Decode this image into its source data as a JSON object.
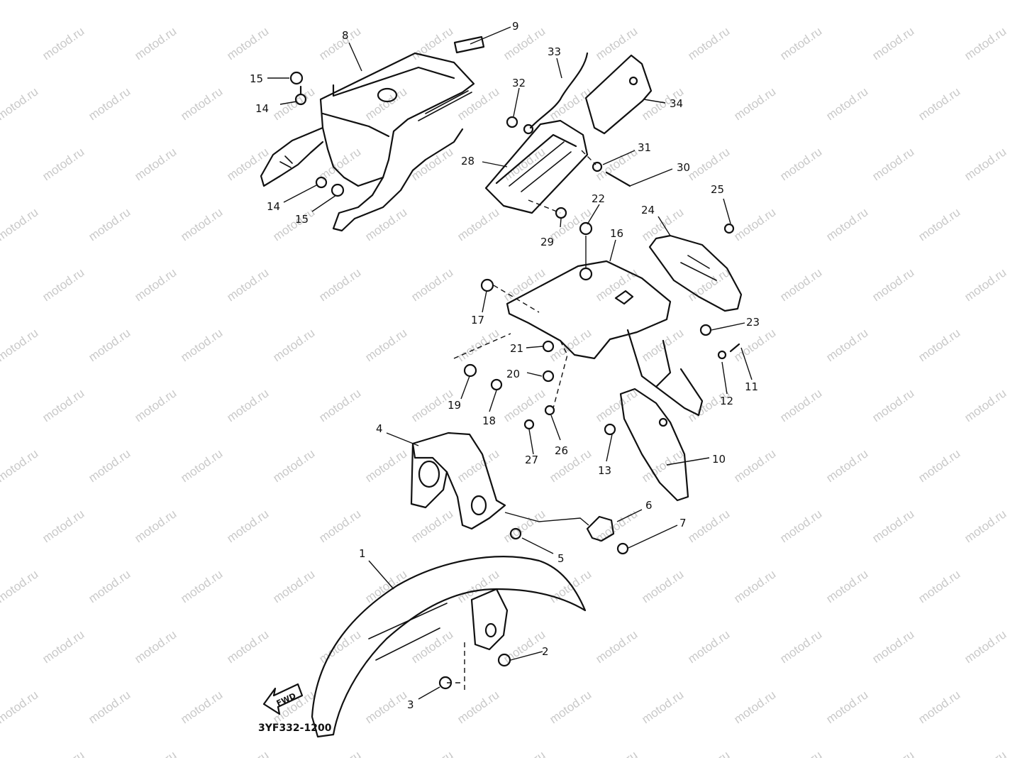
{
  "diagram_code": "3YF332-1200",
  "watermark": "motod.ru",
  "direction_marker": "FWD",
  "callouts": [
    "1",
    "2",
    "3",
    "4",
    "5",
    "6",
    "7",
    "8",
    "9",
    "10",
    "11",
    "12",
    "13",
    "14",
    "14",
    "15",
    "15",
    "16",
    "17",
    "18",
    "19",
    "20",
    "21",
    "22",
    "23",
    "24",
    "25",
    "26",
    "27",
    "28",
    "29",
    "30",
    "31",
    "32",
    "33",
    "34"
  ]
}
